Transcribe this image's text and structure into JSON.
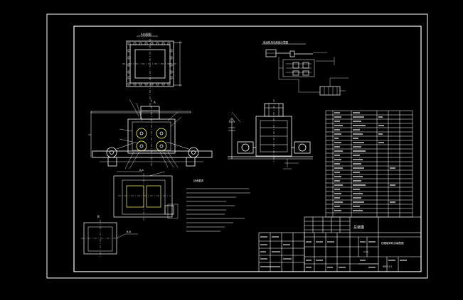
{
  "drawing": {
    "title_block": {
      "drawing_title": "四辊破碎机总装配图",
      "part_label": "总装图",
      "drawing_number": "SPCL11",
      "scale": "1:10"
    },
    "notes_heading": "技术要求",
    "section_labels": [
      "A-A",
      "B",
      "A",
      "B-B"
    ],
    "view_title_top": "A向视图",
    "view_title_right": "电动机传动系统示意图"
  },
  "colors": {
    "background": "#000000",
    "lines": "#ffffff",
    "accent": "#ffff66"
  }
}
